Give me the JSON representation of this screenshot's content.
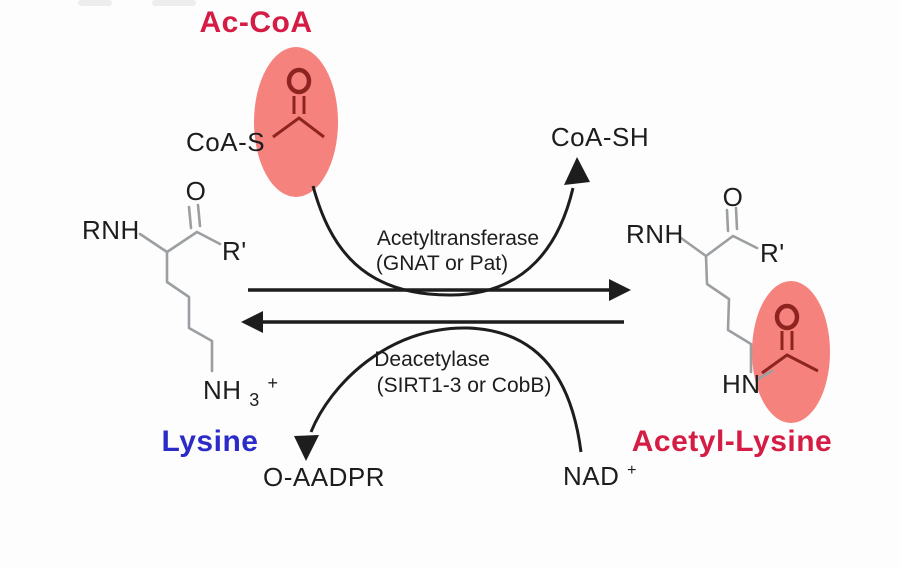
{
  "labels": {
    "ac_coa": "Ac-CoA",
    "coa_s": "CoA-S",
    "coa_sh": "CoA-SH",
    "o_aadpr": "O-AADPR",
    "nad": "NAD",
    "nad_charge": "+",
    "lysine": "Lysine",
    "acetyl_lysine": "Acetyl-Lysine"
  },
  "left_structure": {
    "rnh": "RNH",
    "carbonyl_o": "O",
    "r_prime": "R'",
    "amine_nh": "NH",
    "amine_sub": "3",
    "amine_charge": "+"
  },
  "right_structure": {
    "rnh": "RNH",
    "carbonyl_o": "O",
    "r_prime": "R'",
    "amide_hn": "HN"
  },
  "enzymes": {
    "acetyltransferase": "Acetyltransferase",
    "acetyltransferase_detail": "(GNAT or Pat)",
    "deacetylase": "Deacetylase",
    "deacetylase_detail": "(SIRT1-3 or CobB)"
  },
  "colors": {
    "highlight": "#f5827d",
    "acetyl_stroke": "#8e2420",
    "name_red": "#d51c44",
    "name_blue": "#2b2bc8",
    "bond_gray": "#9b9fa2",
    "ink": "#1d1d1d"
  }
}
